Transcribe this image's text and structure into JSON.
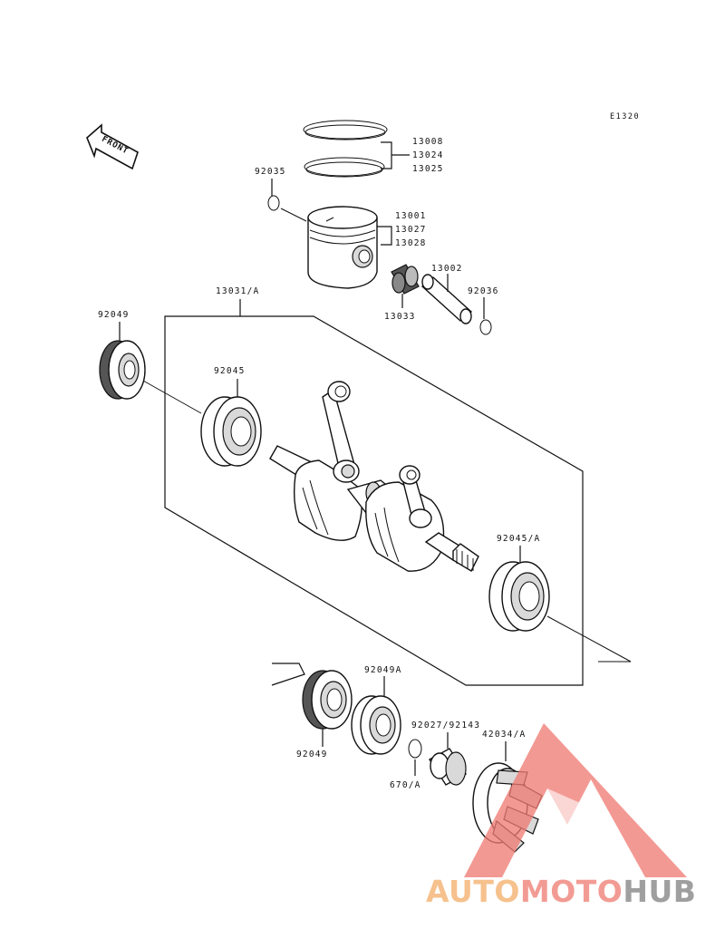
{
  "diagram_code": "E1320",
  "front_label": "FRONT",
  "parts": {
    "ring_set_a": "13008",
    "ring_set_b": "13024",
    "ring_set_c": "13025",
    "circlip_left": "92035",
    "piston_a": "13001",
    "piston_b": "13027",
    "piston_c": "13028",
    "piston_pin": "13002",
    "circlip_right": "92036",
    "needle_bearing": "13033",
    "crankshaft_assy": "13031/A",
    "oil_seal_top": "92049",
    "bearing_left": "92045",
    "bearing_right": "92045/A",
    "seal_bottom_a": "92049A",
    "seal_bottom_b": "92049",
    "collar": "92027/92143",
    "ring_670": "670/A",
    "impeller": "42034/A"
  },
  "watermark": {
    "part1": "AUTO",
    "part2": "MOTO",
    "part3": "HUB",
    "color1": "#f5b77a",
    "color2": "#f08a82",
    "color3": "#8f8f8f",
    "triangle_color": "#f07a72"
  }
}
